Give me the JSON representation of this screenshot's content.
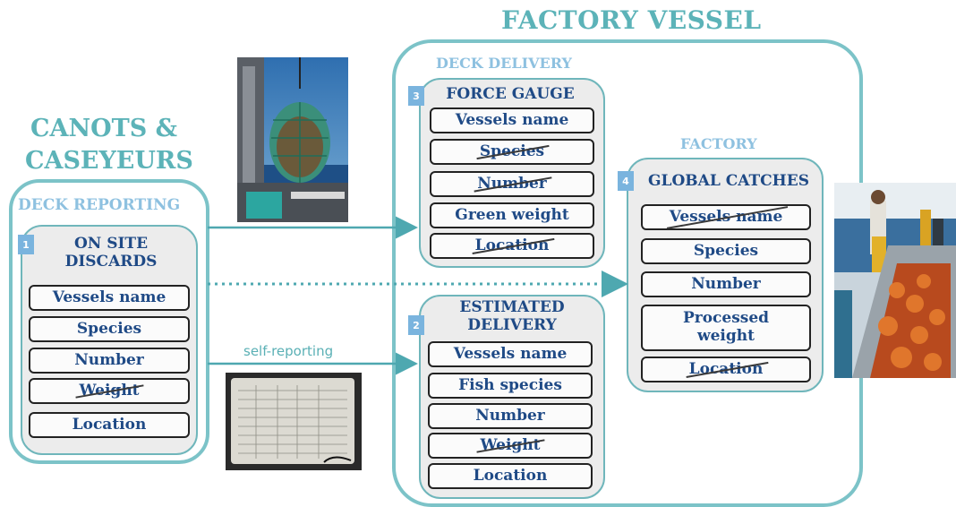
{
  "titles": {
    "factory_vessel": "FACTORY VESSEL",
    "canots_line1": "CANOTS &",
    "canots_line2": "CASEYEURS",
    "deck_reporting": "DECK REPORTING",
    "deck_delivery": "DECK DELIVERY",
    "factory": "FACTORY"
  },
  "boxes": {
    "on_site_discards": {
      "number": "1",
      "heading_line1": "ON SITE",
      "heading_line2": "DISCARDS",
      "fields": [
        "Vessels name",
        "Species",
        "Number",
        "Weight",
        "Location"
      ]
    },
    "force_gauge": {
      "number": "3",
      "heading": "FORCE GAUGE",
      "fields": [
        "Vessels name",
        "Species",
        "Number",
        "Green weight",
        "Location"
      ]
    },
    "estimated_delivery": {
      "number": "2",
      "heading_line1": "ESTIMATED",
      "heading_line2": "DELIVERY",
      "fields": [
        "Vessels name",
        "Fish species",
        "Number",
        "Weight",
        "Location"
      ]
    },
    "global_catches": {
      "number": "4",
      "heading": "GLOBAL CATCHES",
      "fields": [
        "Vessels name",
        "Species",
        "Number",
        "Processed",
        "weight",
        "Location"
      ]
    }
  },
  "labels": {
    "self_reporting": "self-reporting"
  },
  "colors": {
    "teal": "#5cb3b8",
    "light_blue": "#8ec1e0",
    "navy": "#1f4a86"
  }
}
